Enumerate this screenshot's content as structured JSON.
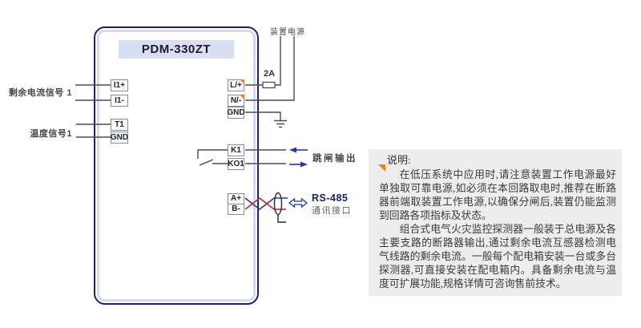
{
  "device": {
    "title": "PDM-330ZT"
  },
  "terminals": {
    "i1_plus": "I1+",
    "i1_minus": "I1-",
    "t1": "T1",
    "gnd_left": "GND",
    "l_plus": "L/+",
    "n_minus": "N/-",
    "gnd_right": "GND",
    "k1": "K1",
    "ko1": "KO1",
    "a_plus": "A+",
    "b_minus": "B-"
  },
  "labels": {
    "residual_current_signal": "剩余电流信号 1",
    "temperature_signal": "温度信号1",
    "power_supply": "装置电源",
    "fuse_rating": "2A",
    "trip_output": "跳闸输出",
    "rs485": "RS-485",
    "comm_port": "通讯接口"
  },
  "note": {
    "heading": "说明:",
    "para1": "在低压系统中应用时,请注意装置工作电源最好单独取可靠电源,如必须在本回路取电时,推荐在断路器前端取装置工作电源,以确保分闸后,装置仍能监测到回路各项指标及状态。",
    "para2": "组合式电气火灾监控探测器一般装于总电源及各主要支路的断路器输出,通过剩余电流互感器检测电气线路的剩余电流。一般每个配电箱安装一台或多台探测器,可直接安装在配电箱内。具备剩余电流与温度可扩展功能,规格详情可咨询售前技术。"
  },
  "colors": {
    "device_border": "#1b2173",
    "title_bg": "#d8dff0",
    "wire": "#4d4d4d",
    "blue_wire": "#2337a5",
    "red_wire": "#cc1f1f",
    "orange_flag": "#e8821e",
    "note_bg": "#ededed"
  }
}
